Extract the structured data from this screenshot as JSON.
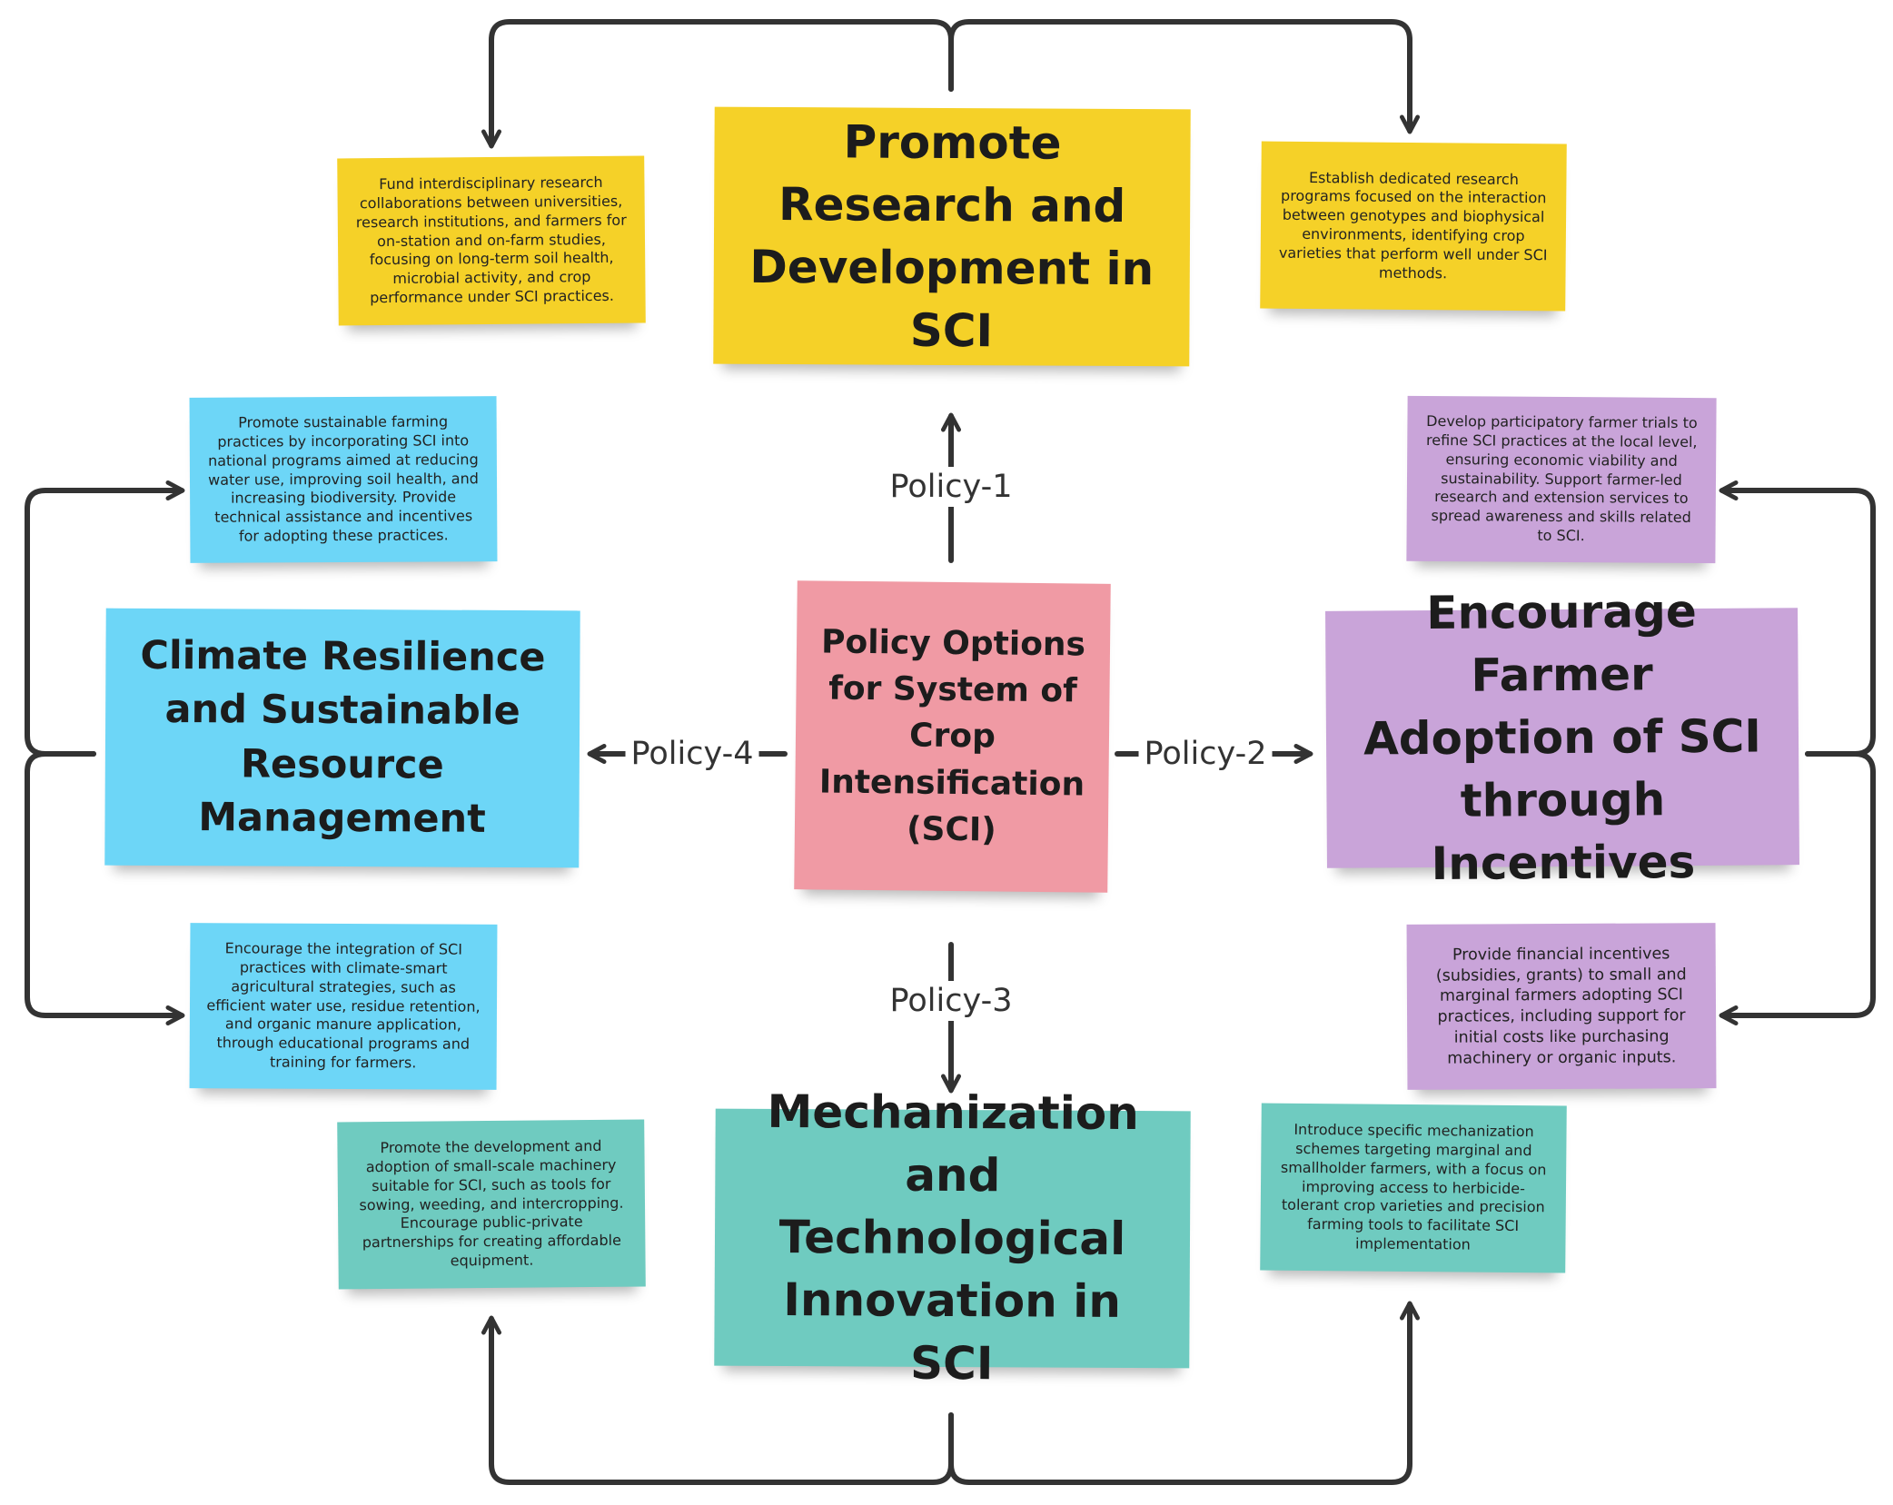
{
  "center": {
    "title": "Policy Options for System of Crop Intensification (SCI)"
  },
  "policies": [
    {
      "label": "Policy-1",
      "title": "Promote Research and Development in SCI",
      "details": [
        "Fund interdisciplinary research collaborations between universities, research institutions, and farmers for on-station and on-farm studies, focusing on long-term soil health, microbial activity, and crop performance under SCI practices.",
        "Establish dedicated research programs focused on the interaction between genotypes and biophysical environments, identifying crop varieties that perform well under SCI methods."
      ]
    },
    {
      "label": "Policy-2",
      "title": "Encourage Farmer Adoption of SCI through Incentives",
      "details": [
        "Develop participatory farmer trials to refine SCI practices at the local level, ensuring economic viability and sustainability. Support farmer-led research and extension services to spread awareness and skills related to SCI.",
        "Provide financial incentives (subsidies, grants) to small and marginal farmers adopting SCI practices, including support for initial costs like purchasing machinery or organic inputs."
      ]
    },
    {
      "label": "Policy-3",
      "title": "Mechanization and Technological Innovation in SCI",
      "details": [
        "Promote the development and adoption of small-scale machinery suitable for SCI, such as tools for sowing, weeding, and intercropping. Encourage public-private partnerships for creating affordable equipment.",
        "Introduce specific mechanization schemes targeting marginal and smallholder farmers, with a focus on improving access to herbicide-tolerant crop varieties and precision farming tools to facilitate SCI implementation"
      ]
    },
    {
      "label": "Policy-4",
      "title": "Climate Resilience and Sustainable Resource Management",
      "details": [
        "Promote sustainable farming practices by incorporating SCI into national programs aimed at reducing water use, improving soil health, and increasing biodiversity. Provide technical assistance and incentives for adopting these practices.",
        "Encourage the integration of SCI practices with climate-smart agricultural strategies, such as efficient water use, residue retention, and organic manure application, through educational programs and training for farmers."
      ]
    }
  ],
  "colors": {
    "yellow": "#f5d128",
    "blue": "#6dd6f7",
    "purple": "#c9a4d9",
    "teal": "#6fcbc0",
    "pink": "#f09aa4",
    "connector": "#333333"
  }
}
